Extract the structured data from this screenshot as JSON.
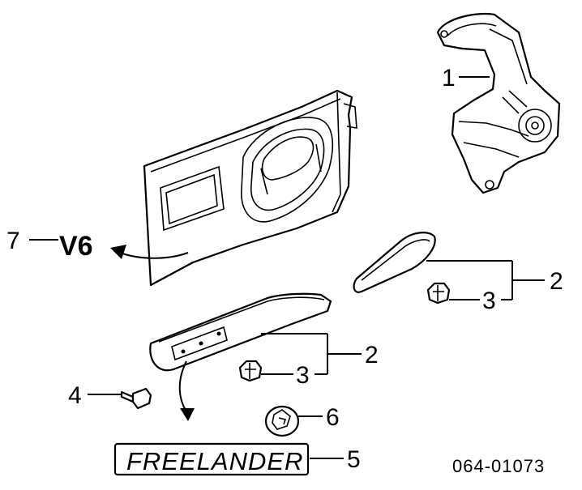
{
  "callouts": {
    "c1": "1",
    "c2a": "2",
    "c2b": "2",
    "c3a": "3",
    "c3b": "3",
    "c4": "4",
    "c5": "5",
    "c6": "6",
    "c7": "7"
  },
  "badges": {
    "v6": "V6",
    "freelander": "FREELANDER"
  },
  "drawing_number": "064-01073"
}
